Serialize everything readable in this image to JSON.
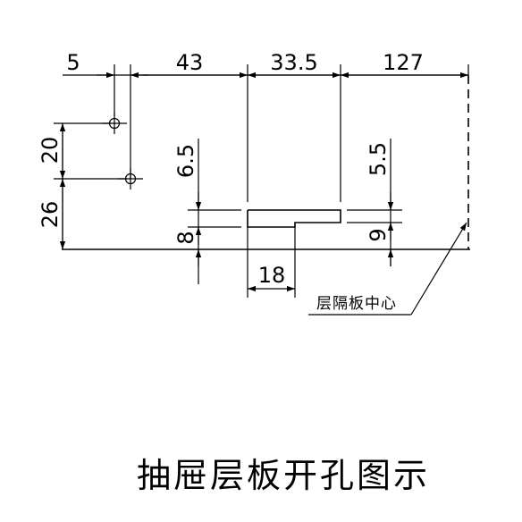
{
  "title": "抽屉层板开孔图示",
  "note": "层隔板中心",
  "dims": {
    "top_a": "5",
    "top_b": "43",
    "top_c": "33.5",
    "top_d": "127",
    "left_a": "20",
    "left_b": "26",
    "mid_a": "6.5",
    "mid_b": "8",
    "right_a": "5.5",
    "right_b": "9",
    "bottom_a": "18"
  }
}
